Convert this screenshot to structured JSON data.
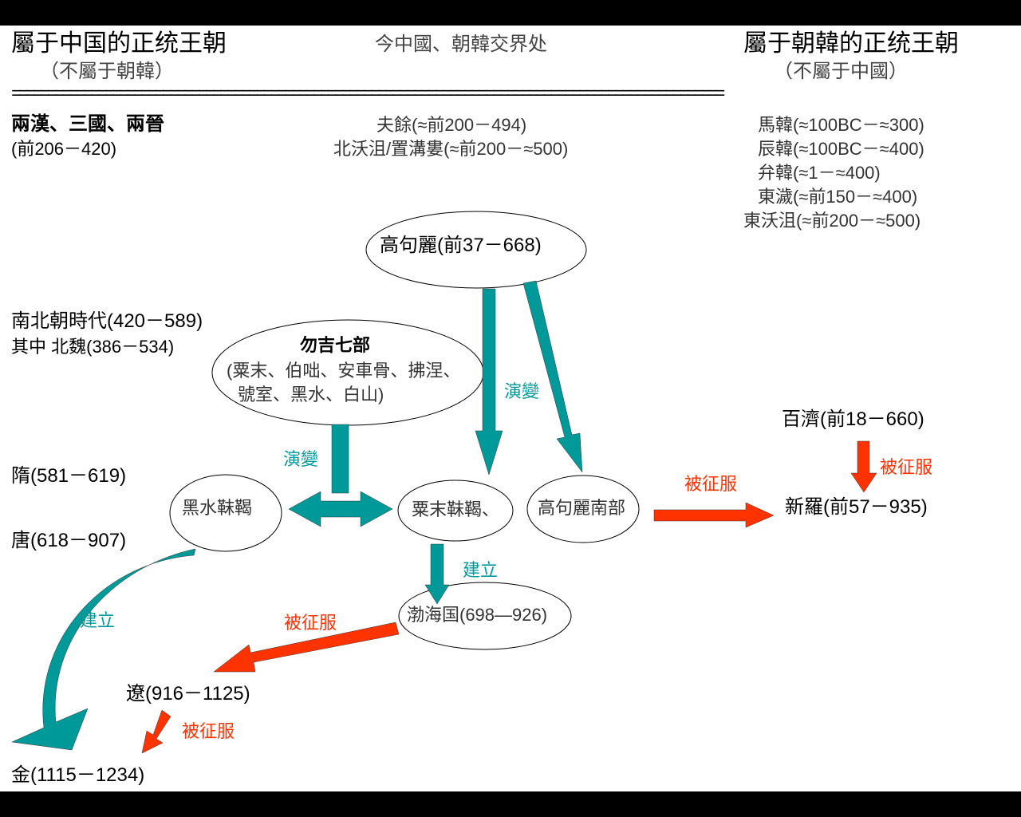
{
  "header": {
    "left_title": "屬于中国的正统王朝",
    "left_sub": "（不屬于朝韓）",
    "center_title": "今中國、朝韓交界处",
    "right_title": "屬于朝韓的正统王朝",
    "right_sub": "（不屬于中國）",
    "separator": "==================================================================================================="
  },
  "china": {
    "han": "兩漢、三國、兩晉",
    "han_dates": "(前206－420)",
    "nanbei": "南北朝時代(420－589)",
    "beiwei": "其中 北魏(386－534)",
    "sui": "隋(581－619)",
    "tang": "唐(618－907)",
    "liao": "遼(916－1125)",
    "jin": "金(1115－1234)"
  },
  "border": {
    "fuyu": "夫餘(≈前200－494)",
    "woju": "北沃沮/置溝婁(≈前200－≈500)"
  },
  "korea": {
    "items": [
      "馬韓(≈100BC－≈300)",
      "辰韓(≈100BC－≈400)",
      "弁韓(≈1－≈400)",
      "東濊(≈前150－≈400)",
      "東沃沮(≈前200－≈500)"
    ],
    "baekje": "百濟(前18－660)",
    "silla": "新羅(前57－935)"
  },
  "nodes": {
    "goguryeo": "高句麗(前37－668)",
    "wuji_title": "勿吉七部",
    "wuji_l1": "(粟末、伯咄、安車骨、拂涅、",
    "wuji_l2": "號室、黑水、白山)",
    "heishui": "黑水靺鞨",
    "sumo": "粟末靺鞨、",
    "goguryeo_south": "高句麗南部",
    "bohai": "渤海国(698—926)"
  },
  "labels": {
    "evolve1": "演變",
    "evolve2": "演變",
    "found1": "建立",
    "found2": "建立",
    "conquer1": "被征服",
    "conquer2": "被征服",
    "conquer3": "被征服",
    "conquer4": "被征服"
  },
  "colors": {
    "teal": "#009999",
    "red": "#ff3300"
  }
}
